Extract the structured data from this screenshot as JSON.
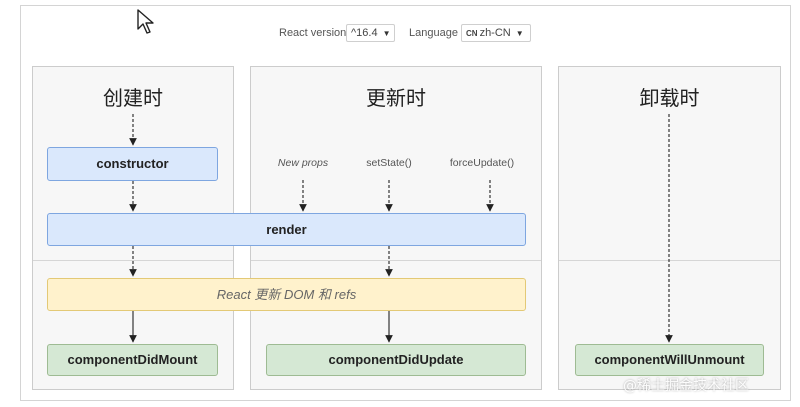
{
  "toolbar": {
    "react_version_label": "React version",
    "react_version_value": "^16.4",
    "language_label": "Language",
    "language_badge": "CN",
    "language_value": "zh-CN"
  },
  "columns": {
    "mount": {
      "title": "创建时"
    },
    "update": {
      "title": "更新时"
    },
    "unmount": {
      "title": "卸载时"
    }
  },
  "triggers": {
    "new_props": "New props",
    "set_state": "setState()",
    "force_update": "forceUpdate()"
  },
  "nodes": {
    "constructor": "constructor",
    "render": "render",
    "react_update_dom": "React 更新 DOM 和 refs",
    "component_did_mount": "componentDidMount",
    "component_did_update": "componentDidUpdate",
    "component_will_unmount": "componentWillUnmount"
  },
  "watermark": "@稀土掘金技术社区",
  "colors": {
    "blue_fill": "#dae8fc",
    "blue_border": "#7ea6e0",
    "green_fill": "#d5e8d4",
    "yellow_fill": "#fff2cc",
    "column_fill": "#f7f7f7"
  }
}
